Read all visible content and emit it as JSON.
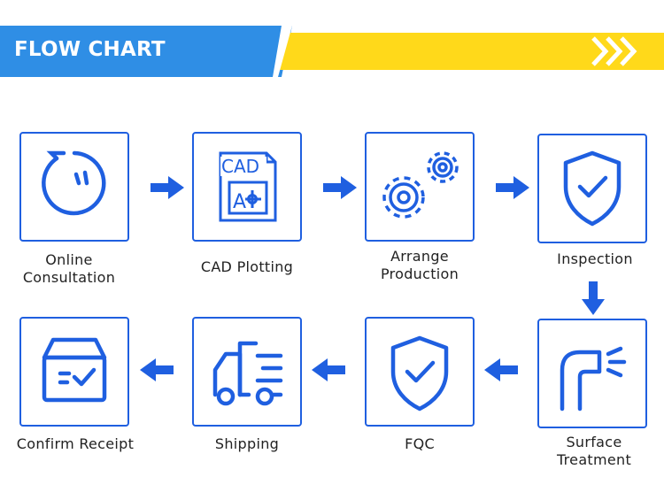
{
  "header": {
    "title": "FLOW CHART"
  },
  "colors": {
    "blue": "#1f5fe0",
    "banner_blue": "#2f8ee5",
    "banner_yellow": "#ffd91a"
  },
  "steps": [
    {
      "label": "Online\nConsultation",
      "icon": "chat-bubble-icon"
    },
    {
      "label": "CAD Plotting",
      "icon": "cad-file-icon",
      "icon_text": "CAD",
      "icon_text2": "A"
    },
    {
      "label": "Arrange\nProduction",
      "icon": "gears-icon"
    },
    {
      "label": "Inspection",
      "icon": "shield-check-icon"
    },
    {
      "label": "Surface\nTreatment",
      "icon": "spray-pipe-icon"
    },
    {
      "label": "FQC",
      "icon": "shield-check-icon"
    },
    {
      "label": "Shipping",
      "icon": "delivery-truck-icon"
    },
    {
      "label": "Confirm Receipt",
      "icon": "box-check-icon"
    }
  ]
}
